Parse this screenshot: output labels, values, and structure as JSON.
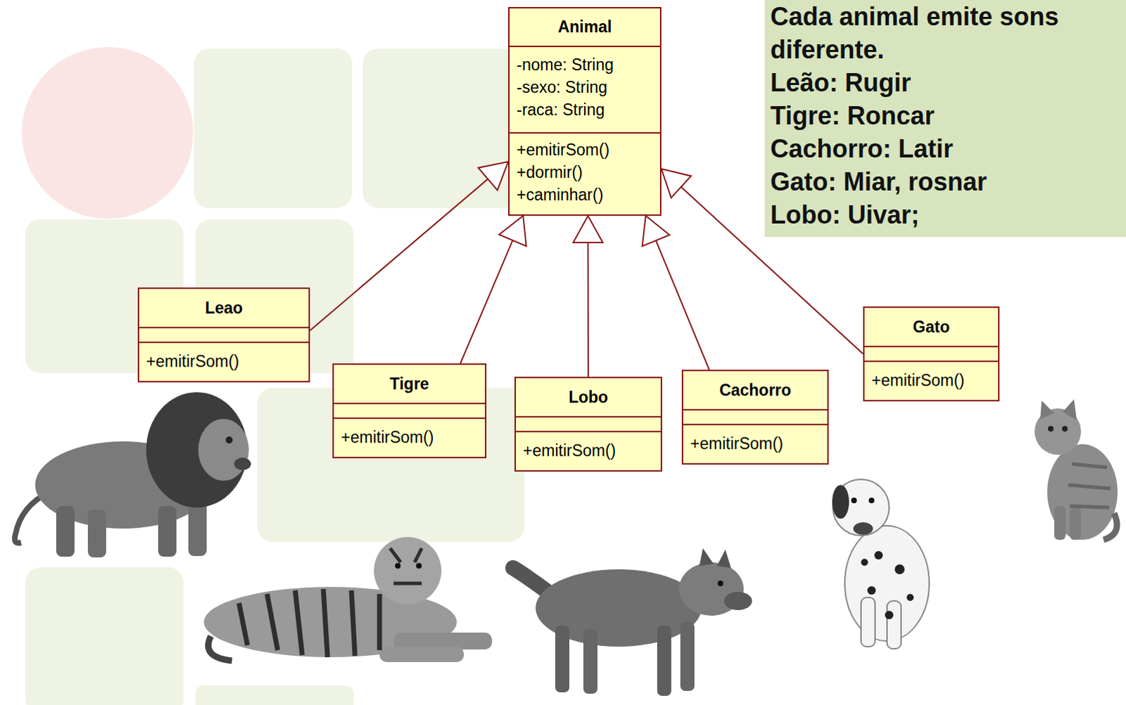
{
  "diagram": {
    "nodes": [
      {
        "text": [
          "Animal",
          "-nome: String",
          "-sexo: String",
          "-raca: String",
          "+emitirSom()",
          "+dormir()",
          "+caminhar()"
        ]
      },
      {
        "text": [
          "Leao",
          "+emitirSom()"
        ]
      },
      {
        "text": [
          "Tigre",
          "+emitirSom()"
        ]
      },
      {
        "text": [
          "Lobo",
          "+emitirSom()"
        ]
      },
      {
        "text": [
          "Cachorro",
          "+emitirSom()"
        ]
      },
      {
        "text": [
          "Gato",
          "+emitirSom()"
        ]
      },
      {
        "text": [
          "Cada animal emite sons diferente.",
          "Leão: Rugir",
          "Tigre: Roncar",
          "Cachorro: Latir",
          "Gato: Miar, rosnar",
          "Lobo: Uivar;"
        ]
      }
    ],
    "edges": [
      {
        "from": 1,
        "to": 0,
        "arrow": "to"
      },
      {
        "from": 2,
        "to": 0,
        "arrow": "to"
      },
      {
        "from": 3,
        "to": 0,
        "arrow": "to"
      },
      {
        "from": 4,
        "to": 0,
        "arrow": "to"
      },
      {
        "from": 5,
        "to": 0,
        "arrow": "to"
      }
    ]
  }
}
